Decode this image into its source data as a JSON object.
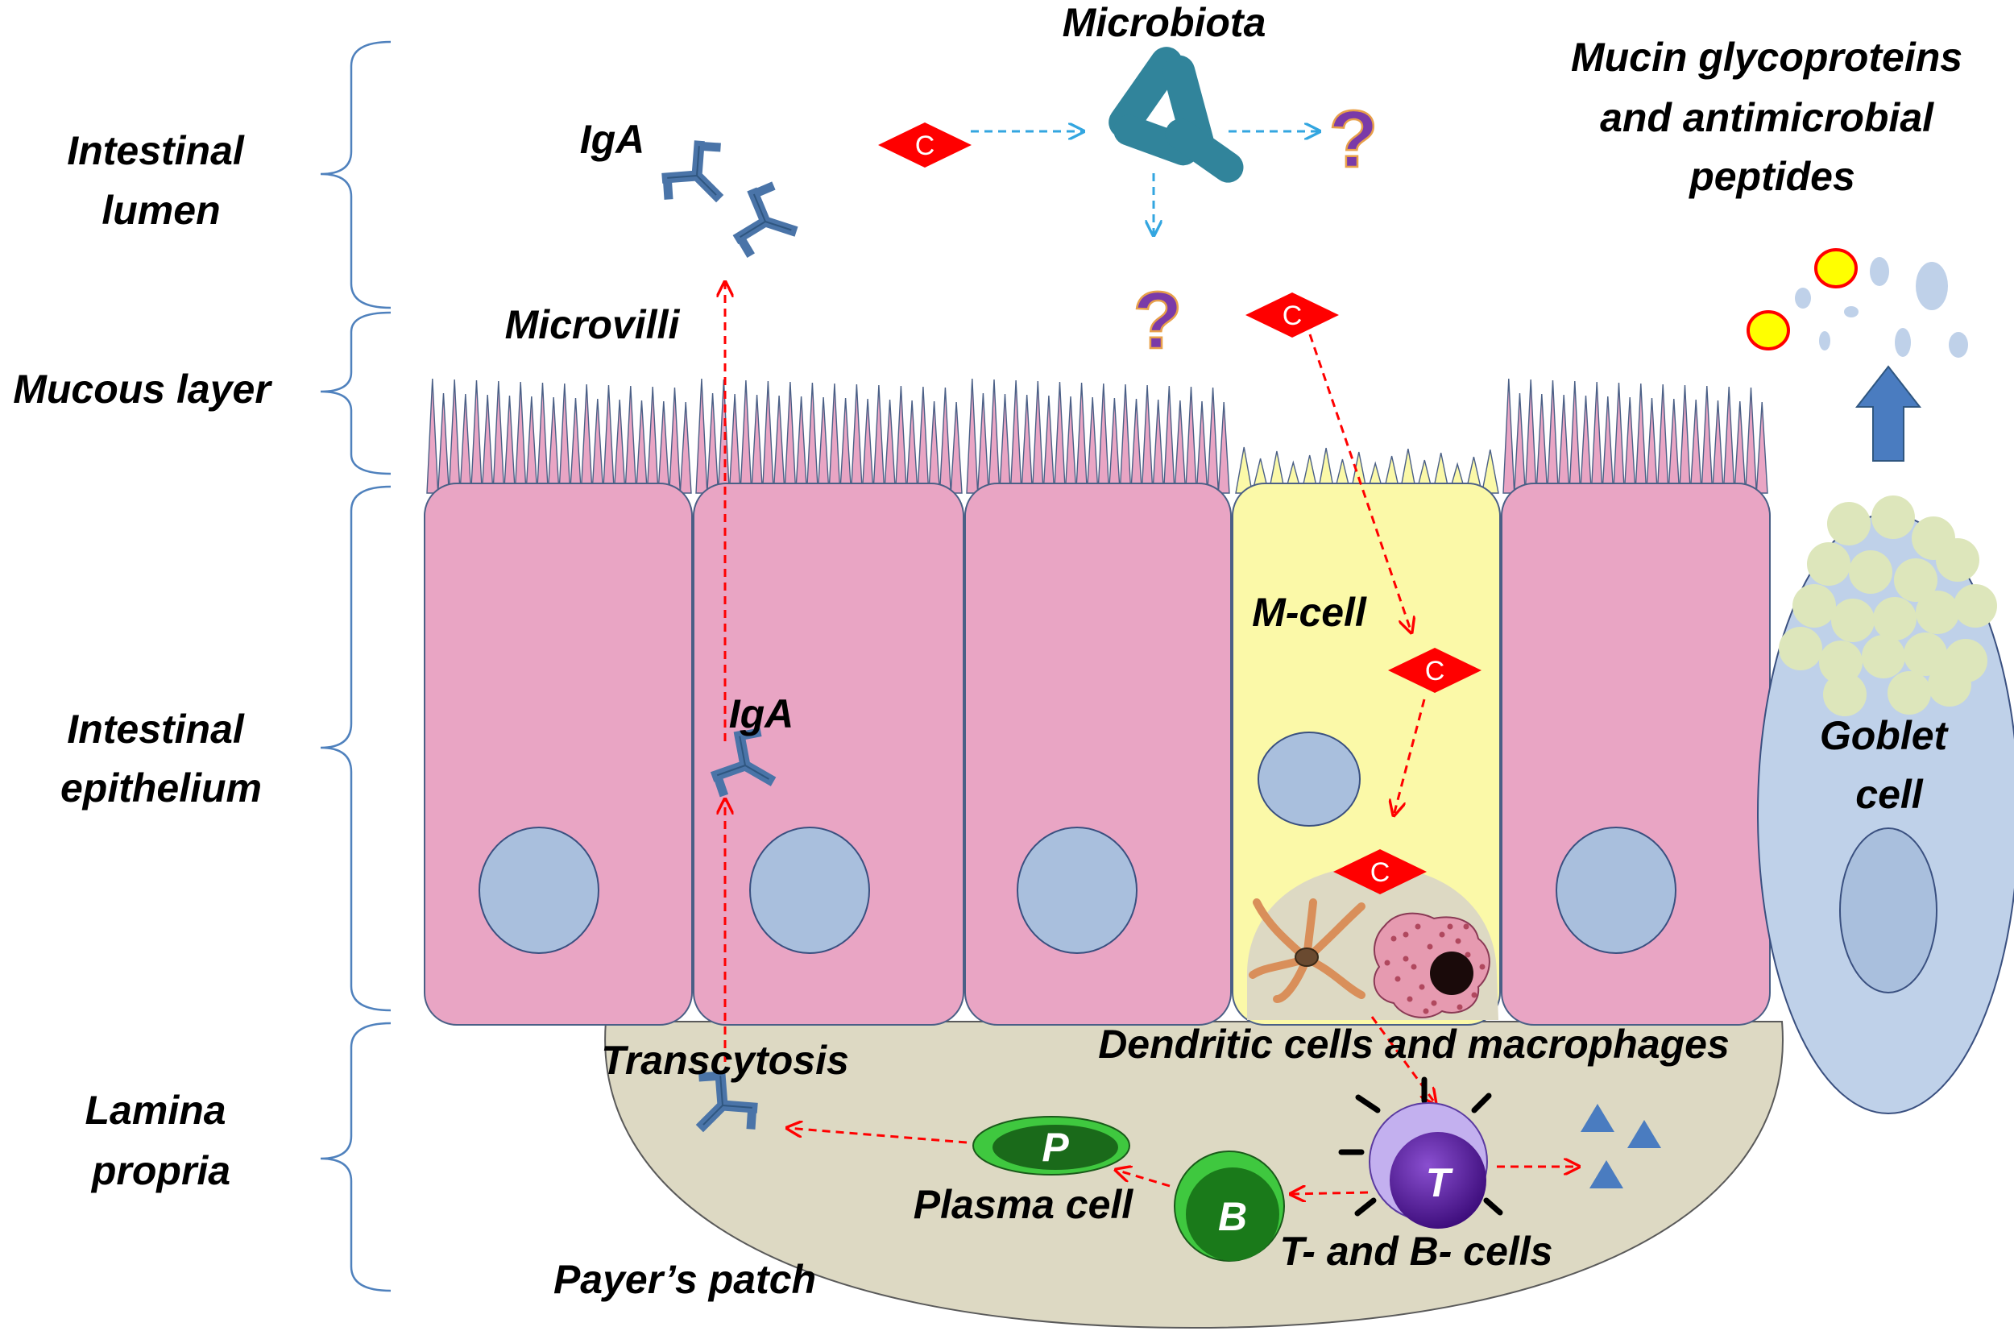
{
  "layers": {
    "lumen": [
      "Intestinal",
      "lumen"
    ],
    "mucous": "Mucous layer",
    "epithelium": [
      "Intestinal",
      "epithelium"
    ],
    "lamina": [
      "Lamina",
      "propria"
    ]
  },
  "labels": {
    "microbiota": "Microbiota",
    "mucin": [
      "Mucin glycoproteins",
      "and antimicrobial",
      "peptides"
    ],
    "iga_top": "IgA",
    "microvilli": "Microvilli",
    "m_cell": "M-cell",
    "iga_mid": "IgA",
    "goblet": [
      "Goblet",
      "cell"
    ],
    "transcytosis": "Transcytosis",
    "dendritic": "Dendritic cells and macrophages",
    "plasma": "Plasma cell",
    "tb_cells": "T- and B- cells",
    "payers": "Payer’s patch"
  },
  "markers": {
    "c": "C",
    "question": "?",
    "p": "P",
    "b": "B",
    "t": "T"
  },
  "colors": {
    "enterocyte": "#e9a5c4",
    "m_cell": "#fbf9a8",
    "nucleus": "#a9bfdd",
    "lamina": "#ddd9c3",
    "goblet": "#bfd1e9",
    "granule": "#dde6bb",
    "c_marker": "#ff0000",
    "antibody": "#4a74a8",
    "microbe": "#31849b",
    "arrow_red": "#ff0000",
    "arrow_blue": "#33a6e0",
    "plasma": "#1a7a1a",
    "b_cell": "#1a7a1a",
    "t_cell": "#5a1a99",
    "cytokine": "#4a7cc0"
  }
}
